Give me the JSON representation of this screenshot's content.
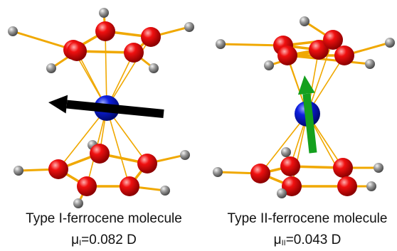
{
  "molecules": [
    {
      "name": "Type I-ferrocene molecule",
      "mu_symbol": "μ",
      "mu_subscript": "I",
      "mu_value": "=0.082 D",
      "dipole_arrow_color": "#000000"
    },
    {
      "name": "Type II-ferrocene molecule",
      "mu_symbol": "μ",
      "mu_subscript": "II",
      "mu_value": "=0.043 D",
      "dipole_arrow_color": "#14a01e"
    }
  ],
  "colors": {
    "carbon_atom": "#e30000",
    "hydrogen_atom": "#8a8a8a",
    "iron_atom": "#0010d8",
    "bond": "#f0a800"
  }
}
